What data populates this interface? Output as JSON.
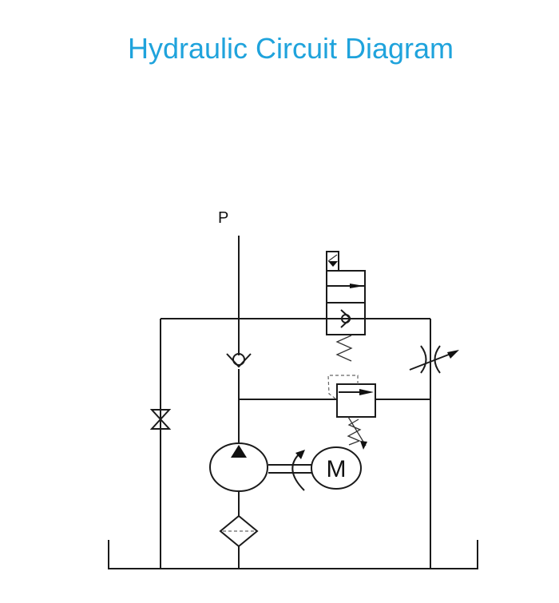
{
  "title": "Hydraulic Circuit Diagram",
  "labels": {
    "port": "P",
    "motor": "M"
  },
  "colors": {
    "title": "#1fa3dc",
    "lines": "#1a1a1a"
  },
  "components": [
    "pressure-port",
    "check-valve",
    "solenoid-valve",
    "throttle-valve",
    "relief-valve",
    "shutoff-valve",
    "pump",
    "electric-motor",
    "filter",
    "tank"
  ]
}
